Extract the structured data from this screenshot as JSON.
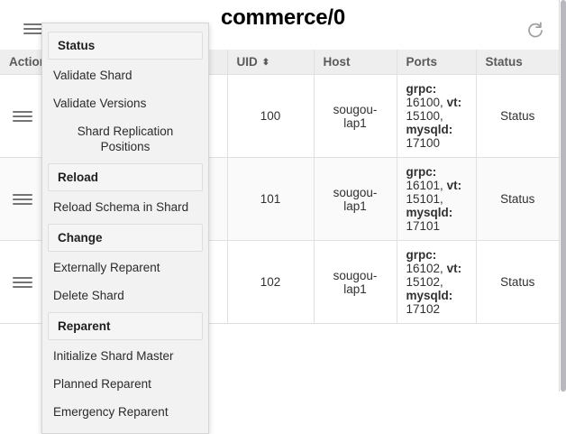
{
  "header": {
    "title": "commerce/0",
    "actions_toggle_icon": "hamburger-menu-icon",
    "refresh_icon": "refresh-icon"
  },
  "shard_actions_menu": {
    "sections": [
      {
        "header": "Status",
        "items": [
          {
            "label": "Validate Shard",
            "align": "left"
          },
          {
            "label": "Validate Versions",
            "align": "left"
          },
          {
            "label": "Shard Replication Positions",
            "align": "center"
          }
        ]
      },
      {
        "header": "Reload",
        "items": [
          {
            "label": "Reload Schema in Shard",
            "align": "left"
          }
        ]
      },
      {
        "header": "Change",
        "items": [
          {
            "label": "Externally Reparent",
            "align": "left"
          },
          {
            "label": "Delete Shard",
            "align": "left"
          }
        ]
      },
      {
        "header": "Reparent",
        "items": [
          {
            "label": "Initialize Shard Master",
            "align": "left"
          },
          {
            "label": "Planned Reparent",
            "align": "left"
          },
          {
            "label": "Emergency Reparent",
            "align": "left"
          }
        ]
      }
    ]
  },
  "table": {
    "columns": [
      {
        "label": "Action(s)",
        "sortable": false
      },
      {
        "label": "UID",
        "sortable": true,
        "sort_indicator": "⬍"
      },
      {
        "label": "Host",
        "sortable": false
      },
      {
        "label": "Ports",
        "sortable": false
      },
      {
        "label": "Status",
        "sortable": false
      }
    ],
    "rows": [
      {
        "row_menu_icon": "hamburger-menu-icon",
        "uid": "100",
        "host": "sougou-lap1",
        "ports": [
          {
            "name": "grpc:",
            "value": "16100,"
          },
          {
            "name": "vt:",
            "value": "15100,"
          },
          {
            "name": "mysqld:",
            "value": "17100"
          }
        ],
        "status": "Status"
      },
      {
        "row_menu_icon": "hamburger-menu-icon",
        "uid": "101",
        "host": "sougou-lap1",
        "ports": [
          {
            "name": "grpc:",
            "value": "16101,"
          },
          {
            "name": "vt:",
            "value": "15101,"
          },
          {
            "name": "mysqld:",
            "value": "17101"
          }
        ],
        "status": "Status"
      },
      {
        "row_menu_icon": "hamburger-menu-icon",
        "uid": "102",
        "host": "sougou-lap1",
        "ports": [
          {
            "name": "grpc:",
            "value": "16102,"
          },
          {
            "name": "vt:",
            "value": "15102,"
          },
          {
            "name": "mysqld:",
            "value": "17102"
          }
        ],
        "status": "Status"
      }
    ]
  },
  "colors": {
    "header_row_bg": "#eeeeee",
    "row_alt_bg": "#fafafa",
    "menu_bg": "#f2f2f2",
    "border": "#e0e0e0",
    "icon": "#757575"
  }
}
